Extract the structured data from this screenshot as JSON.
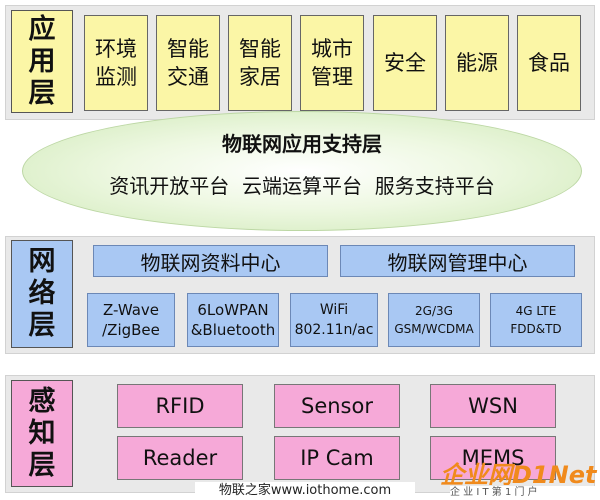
{
  "application_layer": {
    "title": "应用层",
    "items": [
      "环境监测",
      "智能交通",
      "智能家居",
      "城市管理",
      "安全",
      "能源",
      "食品"
    ]
  },
  "support_layer": {
    "title": "物联网应用支持层",
    "subtitle": "资讯开放平台  云端运算平台  服务支持平台"
  },
  "network_layer": {
    "title": "网络层",
    "centers": [
      "物联网资料中心",
      "物联网管理中心"
    ],
    "technologies": [
      {
        "line1": "Z-Wave",
        "line2": "/ZigBee"
      },
      {
        "line1": "6LoWPAN",
        "line2": "&Bluetooth"
      },
      {
        "line1": "WiFi",
        "line2": "802.11n/ac"
      },
      {
        "line1": "2G/3G",
        "line2": "GSM/WCDMA"
      },
      {
        "line1": "4G LTE",
        "line2": "FDD&TD"
      }
    ]
  },
  "perception_layer": {
    "title": "感知层",
    "items": [
      "RFID",
      "Sensor",
      "WSN",
      "Reader",
      "IP Cam",
      "MEMS"
    ]
  },
  "watermark": {
    "logo": "企业网D1Net",
    "slogan": "企 业 I T 第 1 门 户",
    "source": "物联之家www.iothome.com"
  },
  "colors": {
    "app_yellow": "#fbf6a6",
    "network_blue": "#a9c8f3",
    "perception_pink": "#f6a9d8",
    "support_green": "#cfe9b7",
    "band_gray": "#e9e9e9",
    "logo_orange": "#f08a1c"
  }
}
